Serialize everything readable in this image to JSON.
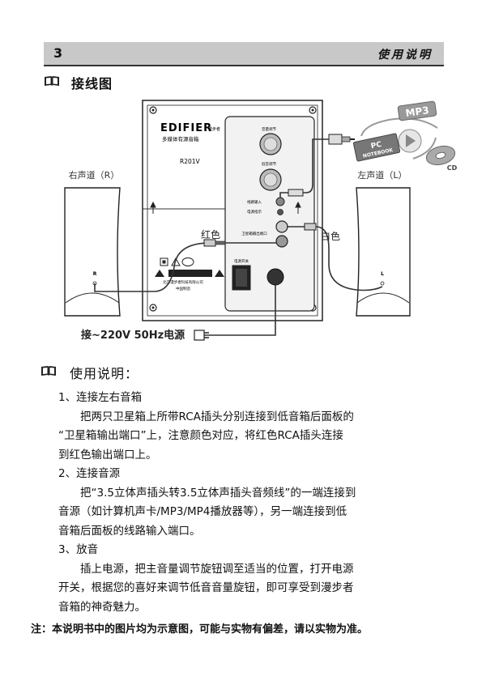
{
  "header": {
    "page_number": "3",
    "title": "使用说明"
  },
  "diagram_section": {
    "title": "接线图"
  },
  "diagram": {
    "brand": "EDIFIER",
    "brand_cn": "漫步者",
    "product_line": "多媒体有源音箱",
    "model": "R201V",
    "right_channel_label": "右声道（R）",
    "left_channel_label": "左声道（L）",
    "red_label": "红色",
    "white_label": "白色",
    "right_speaker_mark": "R",
    "left_speaker_mark": "L",
    "power_label": "接~220V 50Hz电源",
    "knob_top_label": "音量调节",
    "knob_bottom_label": "低音调节",
    "line_in_label": "线路输入",
    "power_indicator_label": "电源指示",
    "satellite_out_label": "卫星箱输出端口",
    "switch_label": "电源开关",
    "maker_label": "北京漫步者科技有限公司",
    "made_in_label": "中国制造",
    "badge_mp3": "MP3",
    "badge_pc": "PC",
    "badge_notebook": "NOTEBOOK",
    "badge_cd": "CD"
  },
  "instructions": {
    "title": "使用说明：",
    "items": [
      {
        "heading": "1、连接左右音箱",
        "lines": [
          "把两只卫星箱上所带RCA插头分别连接到低音箱后面板的",
          "“卫星箱输出端口”上，注意颜色对应，将红色RCA插头连接",
          "到红色输出端口上。"
        ]
      },
      {
        "heading": "2、连接音源",
        "lines": [
          "把“3.5立体声插头转3.5立体声插头音频线”的一端连接到",
          "音源（如计算机声卡/MP3/MP4播放器等），另一端连接到低",
          "音箱后面板的线路输入端口。"
        ]
      },
      {
        "heading": "3、放音",
        "lines": [
          "插上电源，把主音量调节旋钮调至适当的位置，打开电源",
          "开关，根据您的喜好来调节低音音量旋钮，即可享受到漫步者",
          "音箱的神奇魅力。"
        ]
      }
    ]
  },
  "note": "注：本说明书中的图片均为示意图，可能与实物有偏差，请以实物为准。"
}
